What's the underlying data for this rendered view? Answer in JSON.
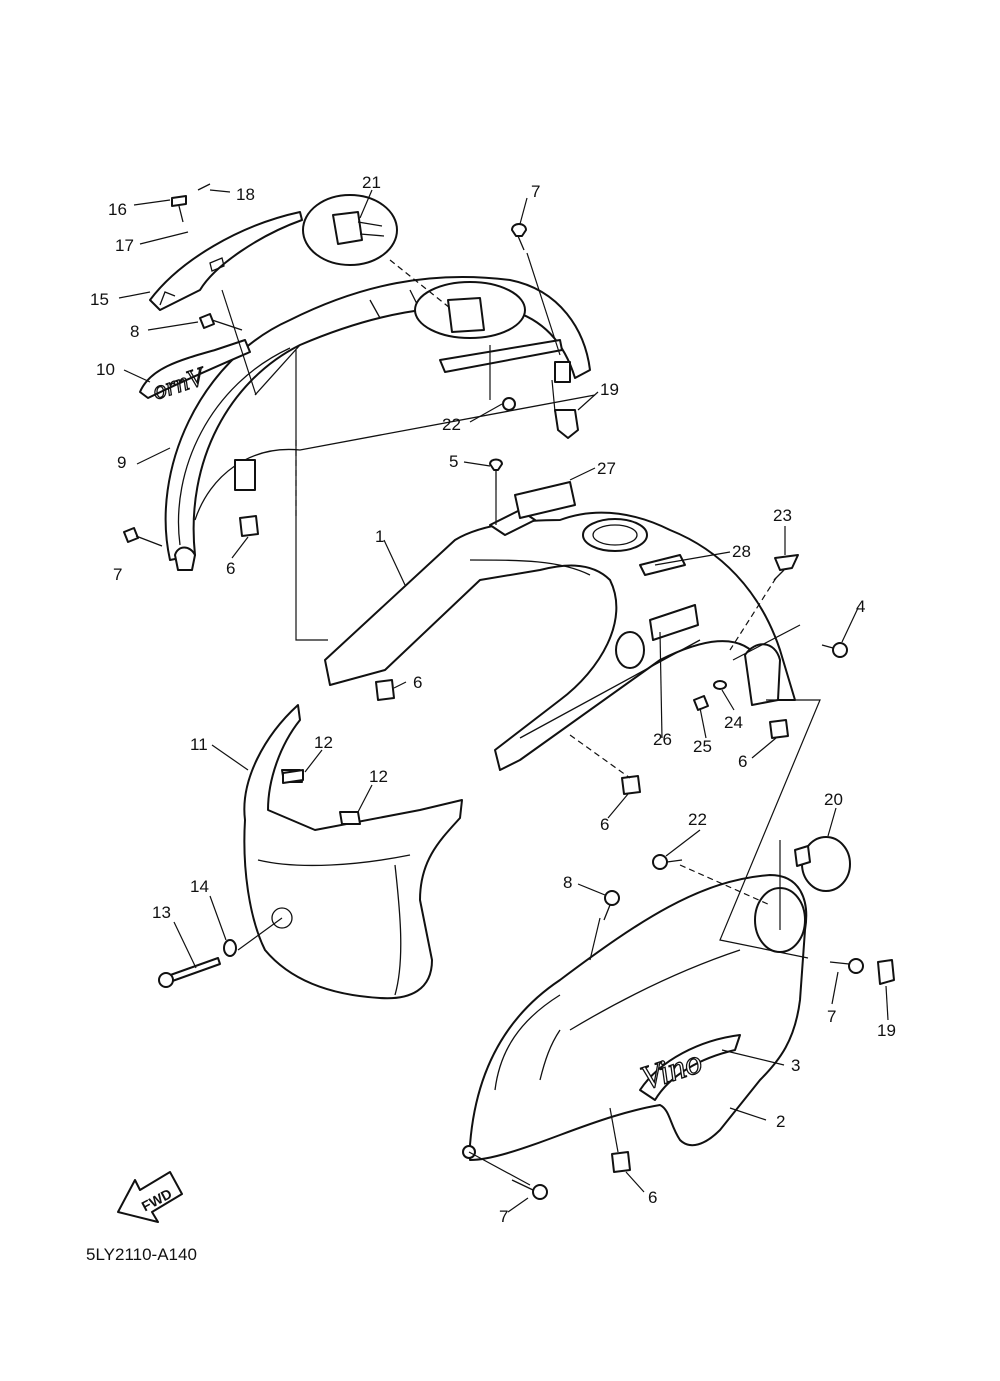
{
  "diagram": {
    "code": "5LY2110-A140",
    "fwd_label": "FWD",
    "emblem_text": "Vino",
    "part_numbers": {
      "p1": "1",
      "p2": "2",
      "p3": "3",
      "p4": "4",
      "p5": "5",
      "p6a": "6",
      "p6b": "6",
      "p6c": "6",
      "p6d": "6",
      "p6e": "6",
      "p7a": "7",
      "p7b": "7",
      "p7c": "7",
      "p7d": "7",
      "p8a": "8",
      "p8b": "8",
      "p9": "9",
      "p10": "10",
      "p11": "11",
      "p12a": "12",
      "p12b": "12",
      "p13": "13",
      "p14": "14",
      "p15": "15",
      "p16": "16",
      "p17": "17",
      "p18": "18",
      "p19a": "19",
      "p19b": "19",
      "p20": "20",
      "p21": "21",
      "p22a": "22",
      "p22b": "22",
      "p23": "23",
      "p24": "24",
      "p25": "25",
      "p26": "26",
      "p27": "27",
      "p28": "28"
    }
  }
}
